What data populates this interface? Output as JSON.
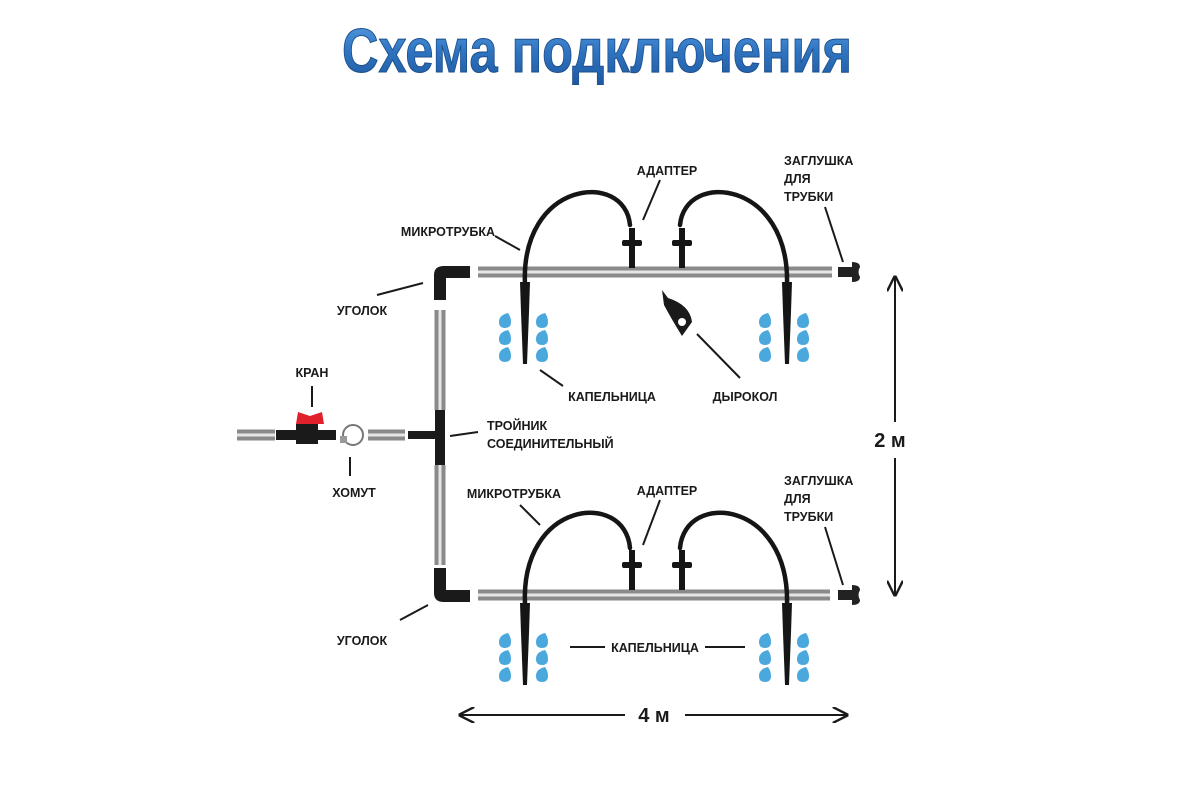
{
  "title": "Схема подключения",
  "labels": {
    "adapter_top": "АДАПТЕР",
    "cap_top": [
      "ЗАГЛУШКА",
      "ДЛЯ",
      "ТРУБКИ"
    ],
    "microtube_top": "МИКРОТРУБКА",
    "elbow_top": "УГОЛОК",
    "valve": "КРАН",
    "tee": [
      "ТРОЙНИК",
      "СОЕДИНИТЕЛЬНЫЙ"
    ],
    "clamp": "ХОМУТ",
    "dripper_top": "КАПЕЛЬНИЦА",
    "punch": "ДЫРОКОЛ",
    "microtube_bottom": "МИКРОТРУБКА",
    "adapter_bottom": "АДАПТЕР",
    "cap_bottom": [
      "ЗАГЛУШКА",
      "ДЛЯ",
      "ТРУБКИ"
    ],
    "elbow_bottom": "УГОЛОК",
    "dripper_bottom": "КАПЕЛЬНИЦА"
  },
  "dimensions": {
    "height": "2 м",
    "width": "4 м"
  },
  "colors": {
    "title": "#2f74c0",
    "valve": "#e0202a",
    "drops": "#4aa8dc"
  }
}
